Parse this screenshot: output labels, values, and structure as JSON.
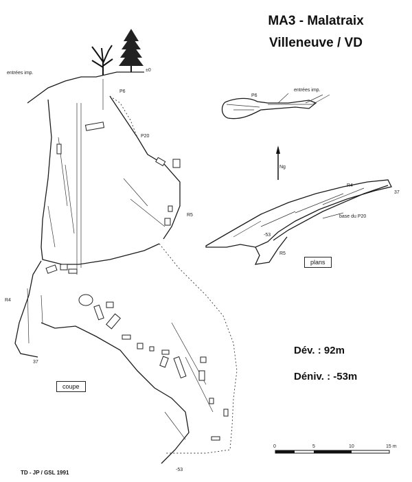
{
  "header": {
    "title": "MA3 - Malatraix",
    "location": "Villeneuve / VD"
  },
  "stats": {
    "development": "Dév. : 92m",
    "depth": "Déniv. : -53m"
  },
  "section_view": {
    "box_label": "coupe",
    "labels": {
      "entrances": "entrées imp.",
      "zero": "±0",
      "p6": "P6",
      "p20": "P20",
      "r5": "R5",
      "r4": "R4",
      "d37": "37",
      "d53": "-53"
    }
  },
  "plan_view": {
    "box_label": "plans",
    "labels": {
      "p6": "P6",
      "entrances": "entrées imp.",
      "north": "Ng",
      "r4": "R4",
      "d37": "37",
      "base_p20": "base du P20",
      "d53": "-53",
      "r5": "R5"
    }
  },
  "scale_bar": {
    "ticks": [
      "0",
      "5",
      "10",
      "15 m"
    ]
  },
  "credit": "TD - JP / GSL 1991"
}
